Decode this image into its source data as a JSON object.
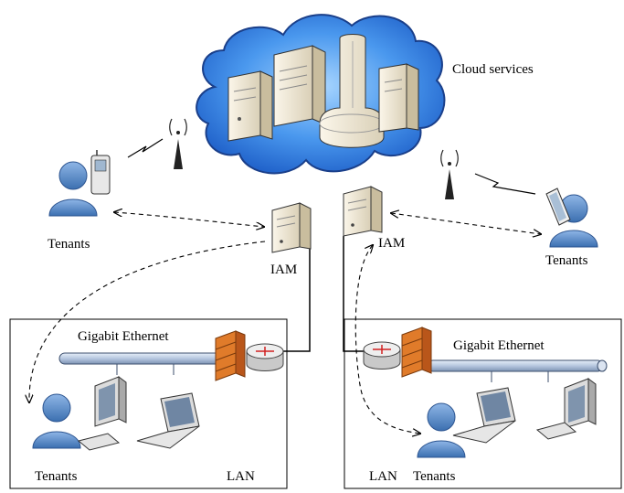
{
  "labels": {
    "cloud_services": "Cloud services",
    "tenants_left": "Tenants",
    "tenants_right": "Tenants",
    "tenants_lan_left": "Tenants",
    "tenants_lan_right": "Tenants",
    "iam_left": "IAM",
    "iam_right": "IAM",
    "gigabit_left": "Gigabit Ethernet",
    "gigabit_right": "Gigabit Ethernet",
    "lan_left": "LAN",
    "lan_right": "LAN"
  },
  "colors": {
    "cloud_fill": "#2f7de0",
    "cloud_light": "#9fd0ff",
    "person": "#4f86c6",
    "bus": "#b8c8e0",
    "firewall": "#e07b2a",
    "server": "#f4ecd8"
  }
}
